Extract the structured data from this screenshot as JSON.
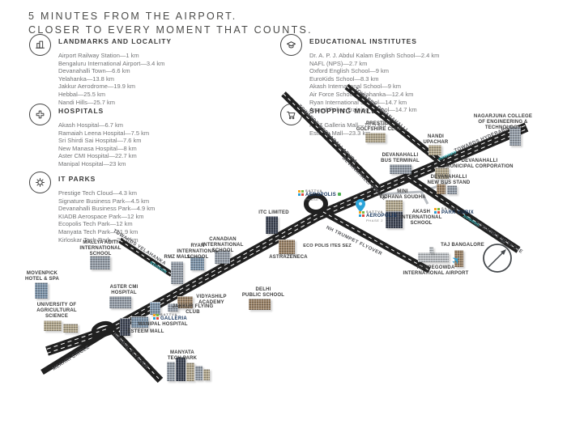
{
  "header": {
    "line1": "5 MINUTES FROM THE AIRPORT.",
    "line2": "CLOSER TO EVERY MOMENT THAT COUNTS."
  },
  "legend": {
    "sections": [
      {
        "title": "LANDMARKS AND LOCALITY",
        "icon": "buildings-icon",
        "items": [
          "Airport Railway Station—1 km",
          "Bengaluru International Airport—3.4 km",
          "Devanahalli Town—6.6 km",
          "Yelahanka—13.8 km",
          "Jakkur Aerodrome—19.9 km",
          "Hebbal—25.5 km",
          "Nandi Hills—25.7 km"
        ]
      },
      {
        "title": "EDUCATIONAL INSTITUTES",
        "icon": "graduation-cap-icon",
        "items": [
          "Dr. A. P. J. Abdul Kalam English School—2.4 km",
          "NAFL (NPS)—2.7 km",
          "Oxford English School—9 km",
          "EuroKids School—8.3 km",
          "Akash International School—9 km",
          "Air Force School, Yelahanka—12.4 km",
          "Ryan International School—14.7 km",
          "Armed Police Training School—14.7 km"
        ]
      },
      {
        "title": "HOSPITALS",
        "icon": "medical-cross-icon",
        "items": [
          "Akash Hospital—6.7 km",
          "Ramaiah Leena Hospital—7.5 km",
          "Sri Shirdi Sai Hospital—7.6 km",
          "New Manasa Hospital—8 km",
          "Aster CMI Hospital—22.7 km",
          "Manipal Hospital—23 km"
        ]
      },
      {
        "title": "SHOPPING MALLS",
        "icon": "shopping-cart-icon",
        "items": [
          "RMZ Galleria Mall—16.5 km",
          "Esteem Mall—23.3 km"
        ]
      },
      {
        "title": "IT PARKS",
        "icon": "gear-icon",
        "items": [
          "Prestige Tech Cloud—4.3 km",
          "Signature Business Park—4.5 km",
          "Devanahalli Business Park—4.9 km",
          "KIADB Aerospace Park—12 km",
          "Ecopolis Tech Park—12 km",
          "Manyata Tech Park—21.9 km",
          "Kirloskar Tech Park—23.1 km"
        ]
      }
    ]
  },
  "map": {
    "chevron_glyph": "»»»»»»",
    "plane_glyph": "✈",
    "compass_n": "N",
    "colors": {
      "road": "#202020",
      "accent_teal": "#3db6bc",
      "accent_blue": "#2b9fd6"
    },
    "road_labels": [
      {
        "text": "TOWARDS DEVANAHALLI"
      },
      {
        "text": "TOWARDS DODDABALLAPURA"
      },
      {
        "text": "TOWARDS HYDERABAD"
      },
      {
        "text": "TOWARDS HOSKOTE"
      },
      {
        "text": "TOWARDS YELAHANKA"
      },
      {
        "text": "DEVANAHALLI CIRCLE"
      },
      {
        "text": "NH TRUMPET FLYOVER"
      },
      {
        "text": "HEBBAL FLYOVER"
      },
      {
        "text": "MEKHRI CIRCLE"
      }
    ],
    "markers": [
      {
        "label": "PRESTIGE\nGOLFSHIRE CLUB"
      },
      {
        "label": "NAGARJUNA COLLEGE\nOF ENGINEERING & TECHNOLOGY"
      },
      {
        "label": "NANDI\nUPACHAR"
      },
      {
        "label": "DEVANAHALLI\nBUS TERMINAL"
      },
      {
        "label": "DEVANAHALLI\nMUNICIPAL CORPORATION"
      },
      {
        "label": "DEVANAHALLI\nNEW BUS STAND"
      },
      {
        "label": "MINI\nVIDHANA SOUDHA"
      },
      {
        "label": "AKASH\nINTERNATIONAL\nSCHOOL"
      },
      {
        "label": "ITC LIMITED"
      },
      {
        "label": "CANADIAN\nINTERNATIONAL\nSCHOOL"
      },
      {
        "label": "RYAN\nINTERNATIONAL\nSCHOOL"
      },
      {
        "label": "RMZ MALL"
      },
      {
        "label": "MALLYA ADITI\nINTERNATIONAL\nSCHOOL"
      },
      {
        "label": "ASTRAZENECA"
      },
      {
        "label": "MOVENPICK\nHOTEL & SPA"
      },
      {
        "label": "ASTER CMI\nHOSPITAL"
      },
      {
        "label": "UNIVERSITY OF\nAGRICULTURAL\nSCIENCE"
      },
      {
        "label": "VIDYASHILP\nACADEMY"
      },
      {
        "label": "JAKKUR FLYING\nCLUB"
      },
      {
        "label": "MANIPAL HOSPITAL"
      },
      {
        "label": "ESTEEM MALL"
      },
      {
        "label": "DELHI\nPUBLIC SCHOOL"
      },
      {
        "label": "MANYATA\nTECH PARK"
      },
      {
        "label": "TAJ BANGALORE"
      },
      {
        "label": "KEMPEGOWDA\nINTERNATIONAL AIRPORT"
      },
      {
        "label": "ECO POLIS ITES SEZ"
      }
    ],
    "projects": [
      {
        "brand": "SATTVA",
        "name": "AEROPOLIS",
        "sub": "PHASE 2"
      },
      {
        "brand": "SATTVA",
        "name": "AEROPOLIS",
        "sub": "PHASE 1"
      },
      {
        "brand": "SATTVA",
        "name": "PARK CUBIX",
        "sub": ""
      },
      {
        "brand": "SATTVA",
        "name": "GALLERIA",
        "sub": ""
      }
    ]
  }
}
